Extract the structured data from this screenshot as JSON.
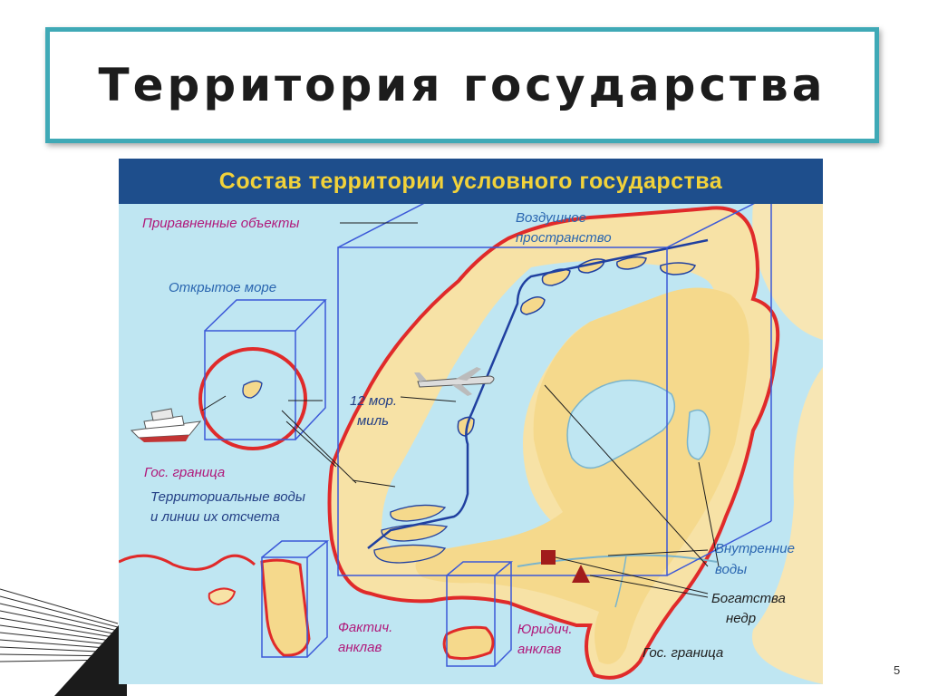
{
  "slide": {
    "title": "Территория государства",
    "page_number": "5"
  },
  "map": {
    "header": "Состав территории условного государства",
    "labels": {
      "equated_objects": "Приравненные объекты",
      "airspace_1": "Воздушное",
      "airspace_2": "пространство",
      "open_sea": "Открытое море",
      "miles_1": "12 мор.",
      "miles_2": "миль",
      "border_left": "Гос.  граница",
      "terr_waters_1": "Территориальные воды",
      "terr_waters_2": "и линии их отсчета",
      "inner_waters_1": "Внутренние",
      "inner_waters_2": "воды",
      "subsoil_1": "Богатства",
      "subsoil_2": "недр",
      "border_right": "Гос. граница",
      "de_facto_1": "Фактич.",
      "de_facto_2": "анклав",
      "de_jure_1": "Юридич.",
      "de_jure_2": "анклав"
    },
    "colors": {
      "sea": "#bfe6f2",
      "land": "#f5d98c",
      "border": "#e02a2a",
      "box": "#3b58d8",
      "label_magenta": "#b0187a",
      "label_blue": "#2a66b0",
      "label_dark": "#233f85"
    },
    "icons": [
      "ship-icon",
      "airplane-icon",
      "square-resource-icon",
      "triangle-resource-icon"
    ]
  }
}
